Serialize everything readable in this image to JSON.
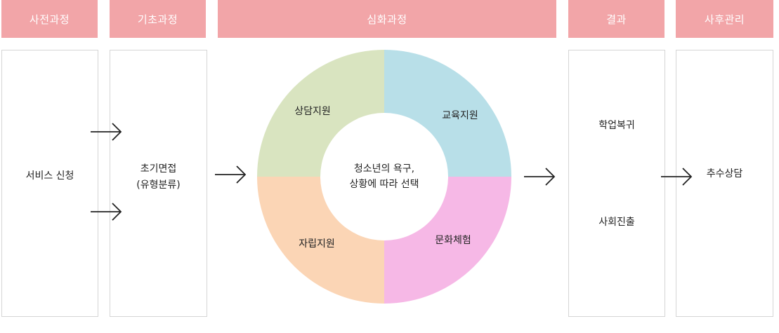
{
  "headers": {
    "pre": "사전과정",
    "basic": "기초과정",
    "advanced": "심화과정",
    "result": "결과",
    "aftercare": "사후관리"
  },
  "pre_box": {
    "text": "서비스 신청"
  },
  "basic_box": {
    "line1": "초기면접",
    "line2": "(유형분류)"
  },
  "advanced": {
    "center_line1": "청소년의 욕구,",
    "center_line2": "상황에 따라 선택",
    "segments": [
      {
        "label": "상담지원",
        "color": "#d9e4c0"
      },
      {
        "label": "교육지원",
        "color": "#b8dfe8"
      },
      {
        "label": "자립지원",
        "color": "#fbd5b5"
      },
      {
        "label": "문화체험",
        "color": "#f6b8e6"
      }
    ]
  },
  "result_box": {
    "item1": "학업복귀",
    "item2": "사회진출"
  },
  "aftercare_box": {
    "text": "추수상담"
  },
  "colors": {
    "header_bg": "#f2a5a8",
    "border": "#d5d5d5",
    "arrow": "#222222"
  }
}
